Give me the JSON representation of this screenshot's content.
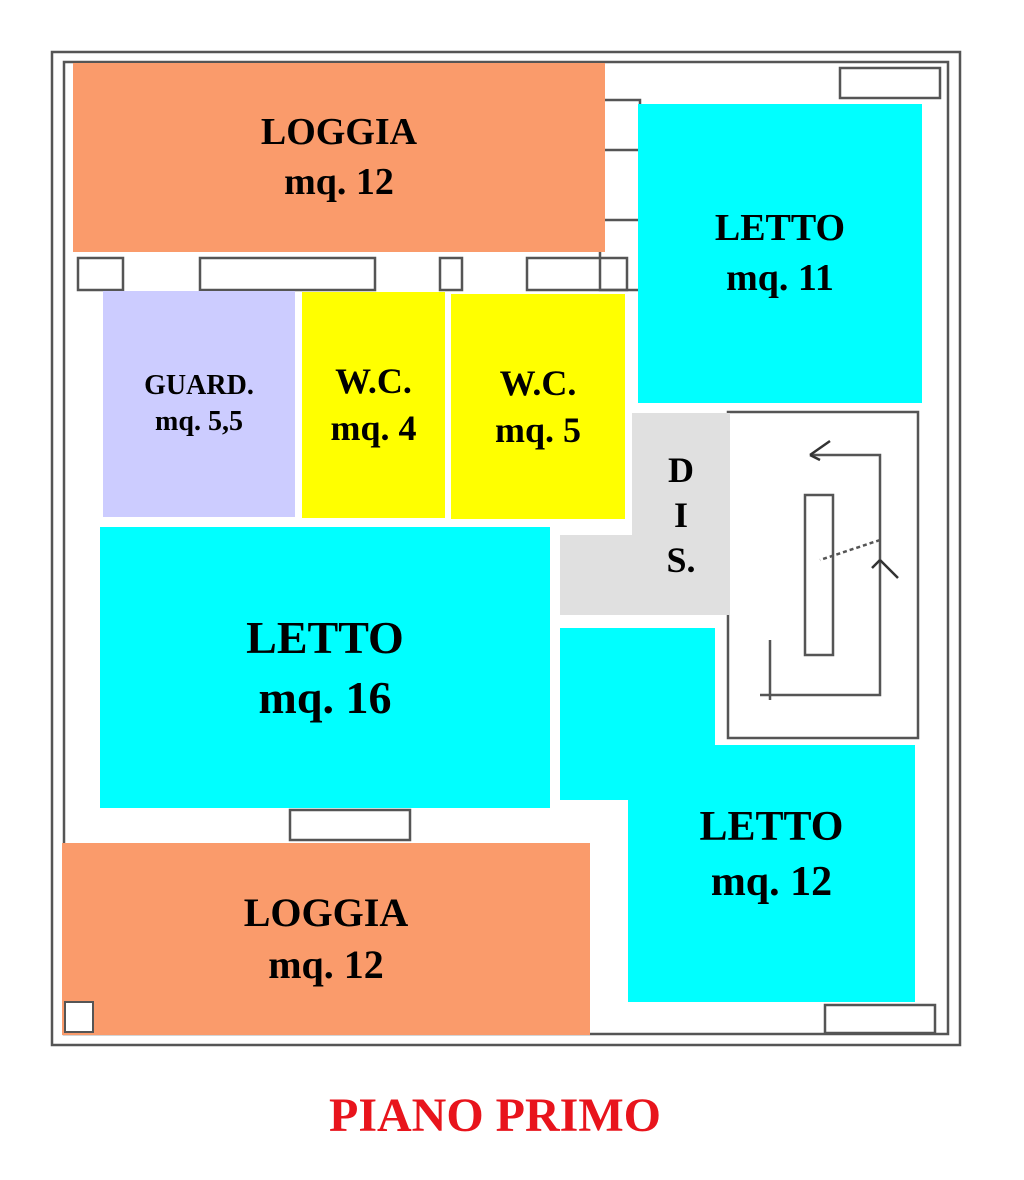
{
  "title": "PIANO PRIMO",
  "colors": {
    "loggia": "#fa9b6b",
    "letto": "#00ffff",
    "guardaroba": "#ccccff",
    "wc": "#ffff00",
    "disimpegno": "#e0e0e0",
    "title": "#e8141c"
  },
  "rooms": {
    "loggia_top": {
      "name": "LOGGIA",
      "area": "mq. 12"
    },
    "letto_11": {
      "name": "LETTO",
      "area": "mq. 11"
    },
    "guardaroba": {
      "name": "GUARD.",
      "area": "mq. 5,5"
    },
    "wc_4": {
      "name": "W.C.",
      "area": "mq. 4"
    },
    "wc_5": {
      "name": "W.C.",
      "area": "mq. 5"
    },
    "disimpegno": {
      "letters": [
        "D",
        "I",
        "S."
      ]
    },
    "letto_16": {
      "name": "LETTO",
      "area": "mq. 16"
    },
    "letto_12": {
      "name": "LETTO",
      "area": "mq. 12"
    },
    "loggia_bottom": {
      "name": "LOGGIA",
      "area": "mq. 12"
    }
  }
}
